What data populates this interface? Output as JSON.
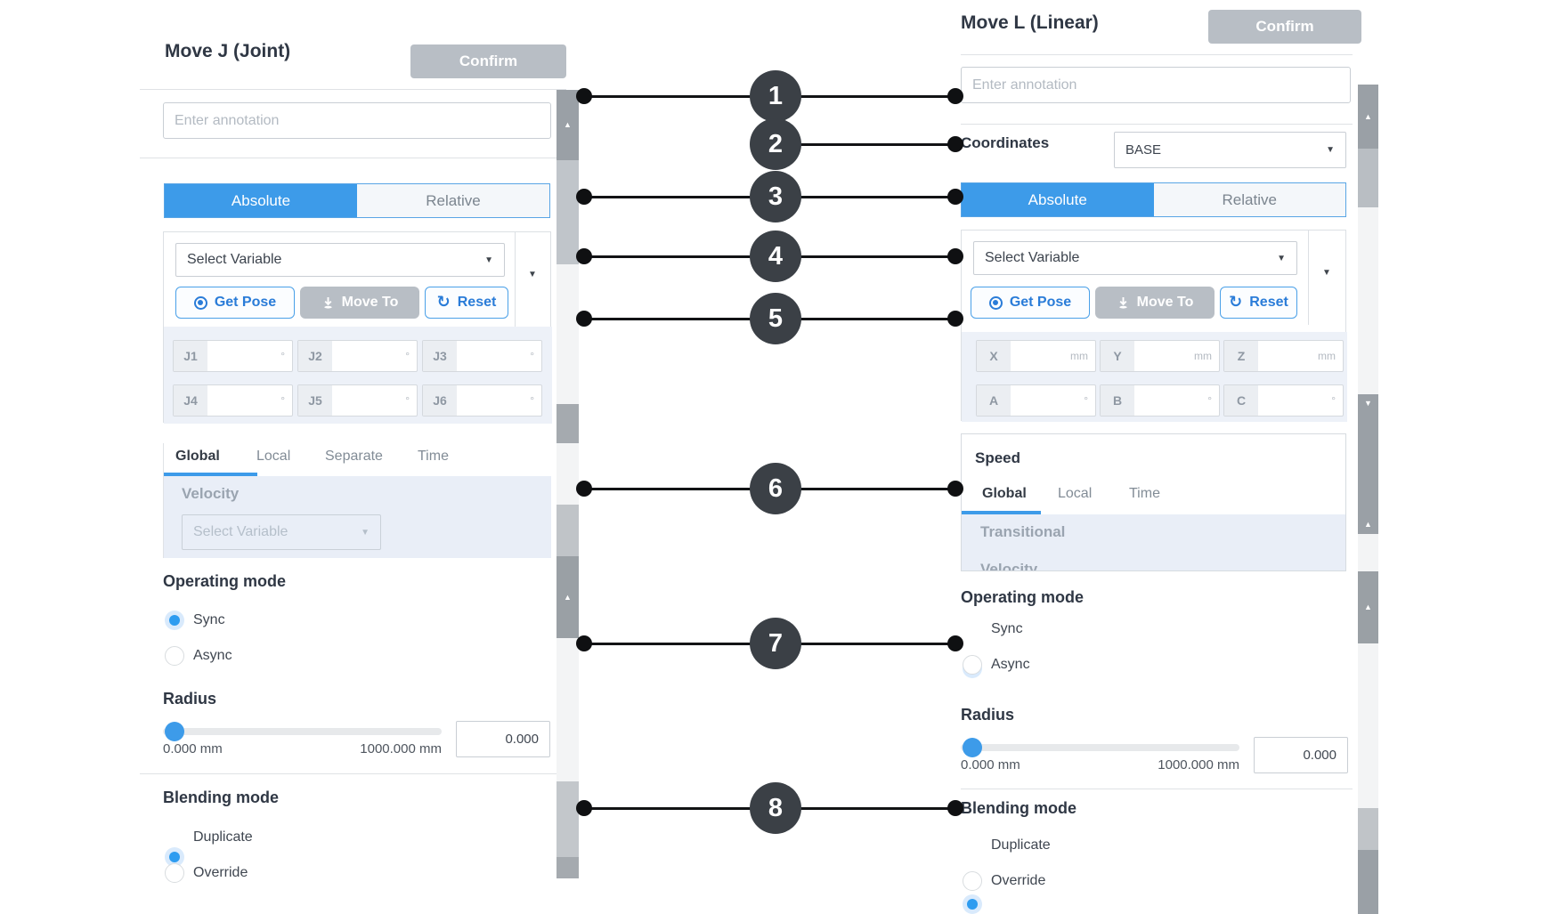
{
  "colors": {
    "accent_blue": "#3d9be9",
    "button_gray": "#b8bec5",
    "callout_dark": "#3b4046",
    "radio_blue": "#2e9cf0",
    "velocity_bg": "#e9eef7"
  },
  "callouts": {
    "numbers": [
      "1",
      "2",
      "3",
      "4",
      "5",
      "6",
      "7",
      "8"
    ]
  },
  "panels": {
    "left": {
      "title": "Move J (Joint)",
      "confirm_label": "Confirm",
      "annotation_placeholder": "Enter annotation",
      "tabs": {
        "absolute": "Absolute",
        "relative": "Relative",
        "active": "Absolute"
      },
      "variable": {
        "select_placeholder": "Select Variable",
        "get_pose": "Get Pose",
        "move_to": "Move To",
        "reset": "Reset"
      },
      "fields": [
        {
          "label": "J1",
          "unit": "°"
        },
        {
          "label": "J2",
          "unit": "°"
        },
        {
          "label": "J3",
          "unit": "°"
        },
        {
          "label": "J4",
          "unit": "°"
        },
        {
          "label": "J5",
          "unit": "°"
        },
        {
          "label": "J6",
          "unit": "°"
        }
      ],
      "speed_tabs": {
        "items": [
          "Global",
          "Local",
          "Separate",
          "Time"
        ],
        "active": "Global"
      },
      "velocity": {
        "label": "Velocity",
        "select_placeholder": "Select Variable"
      },
      "operating_mode": {
        "label": "Operating mode",
        "options": [
          "Sync",
          "Async"
        ],
        "selected": "Sync"
      },
      "radius": {
        "label": "Radius",
        "min": "0.000 mm",
        "max": "1000.000 mm",
        "value": "0.000"
      },
      "blending_mode": {
        "label": "Blending mode",
        "options": [
          "Duplicate",
          "Override"
        ],
        "selected": "Duplicate"
      }
    },
    "right": {
      "title": "Move L (Linear)",
      "confirm_label": "Confirm",
      "annotation_placeholder": "Enter annotation",
      "coordinates": {
        "label": "Coordinates",
        "value": "BASE"
      },
      "tabs": {
        "absolute": "Absolute",
        "relative": "Relative",
        "active": "Absolute"
      },
      "variable": {
        "select_placeholder": "Select Variable",
        "get_pose": "Get Pose",
        "move_to": "Move To",
        "reset": "Reset"
      },
      "fields": [
        {
          "label": "X",
          "unit": "mm"
        },
        {
          "label": "Y",
          "unit": "mm"
        },
        {
          "label": "Z",
          "unit": "mm"
        },
        {
          "label": "A",
          "unit": "°"
        },
        {
          "label": "B",
          "unit": "°"
        },
        {
          "label": "C",
          "unit": "°"
        }
      ],
      "speed": {
        "label": "Speed",
        "tabs": {
          "items": [
            "Global",
            "Local",
            "Time"
          ],
          "active": "Global"
        },
        "transitional": "Transitional",
        "velocity_clipped": "Velocity"
      },
      "operating_mode": {
        "label": "Operating mode",
        "options": [
          "Sync",
          "Async"
        ],
        "selected": "Sync"
      },
      "radius": {
        "label": "Radius",
        "min": "0.000 mm",
        "max": "1000.000 mm",
        "value": "0.000"
      },
      "blending_mode": {
        "label": "Blending mode",
        "options": [
          "Duplicate",
          "Override"
        ],
        "selected": "Duplicate"
      }
    }
  }
}
